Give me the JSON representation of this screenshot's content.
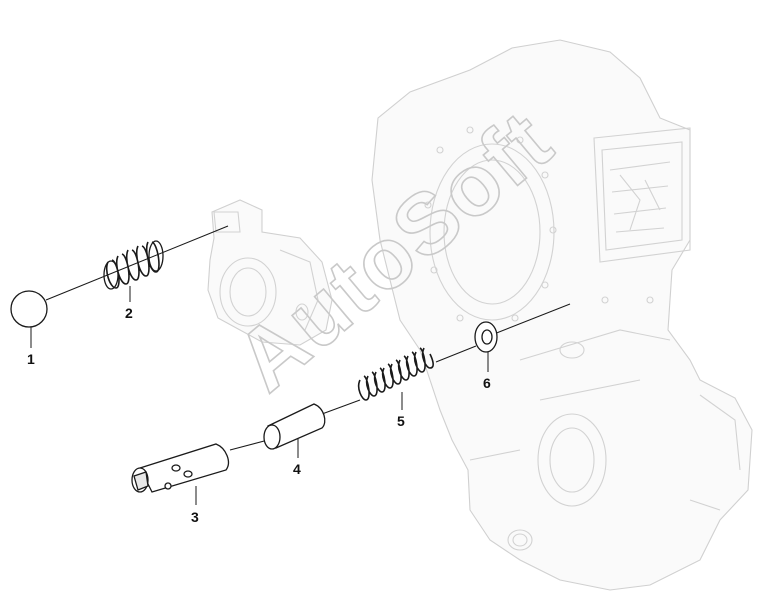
{
  "diagram": {
    "watermark": "AutoSoft",
    "callouts": [
      {
        "id": "1",
        "label": "1"
      },
      {
        "id": "2",
        "label": "2"
      },
      {
        "id": "3",
        "label": "3"
      },
      {
        "id": "4",
        "label": "4"
      },
      {
        "id": "5",
        "label": "5"
      },
      {
        "id": "6",
        "label": "6"
      }
    ]
  }
}
